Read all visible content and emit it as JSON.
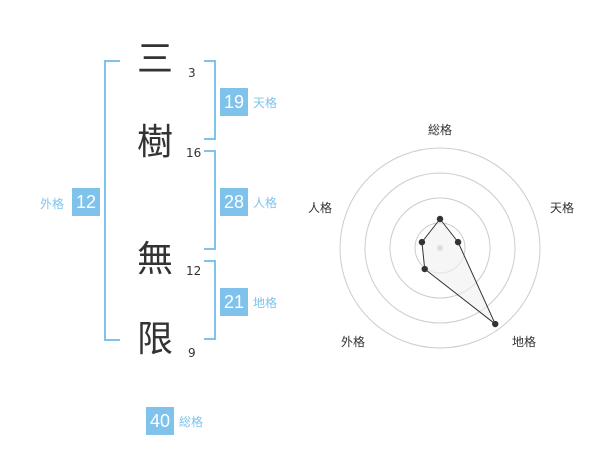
{
  "name": {
    "characters": [
      {
        "char": "三",
        "strokes": "3"
      },
      {
        "char": "樹",
        "strokes": "16"
      },
      {
        "char": "無",
        "strokes": "12"
      },
      {
        "char": "限",
        "strokes": "9"
      }
    ]
  },
  "fortunes": {
    "tenkaku": {
      "value": "19",
      "label": "天格"
    },
    "jinkaku": {
      "value": "28",
      "label": "人格"
    },
    "chikaku": {
      "value": "21",
      "label": "地格"
    },
    "gaikaku": {
      "value": "12",
      "label": "外格"
    },
    "soukaku": {
      "value": "40",
      "label": "総格"
    }
  },
  "colors": {
    "accent": "#7fc3ec",
    "text": "#333333",
    "grid": "#cccccc",
    "polygon_fill": "#f0f0f0"
  },
  "chart_data": {
    "type": "radar",
    "axes": [
      "総格",
      "天格",
      "地格",
      "外格",
      "人格"
    ],
    "values": [
      0.29,
      0.19,
      0.94,
      0.26,
      0.19
    ],
    "rings": 4,
    "grid": true
  }
}
